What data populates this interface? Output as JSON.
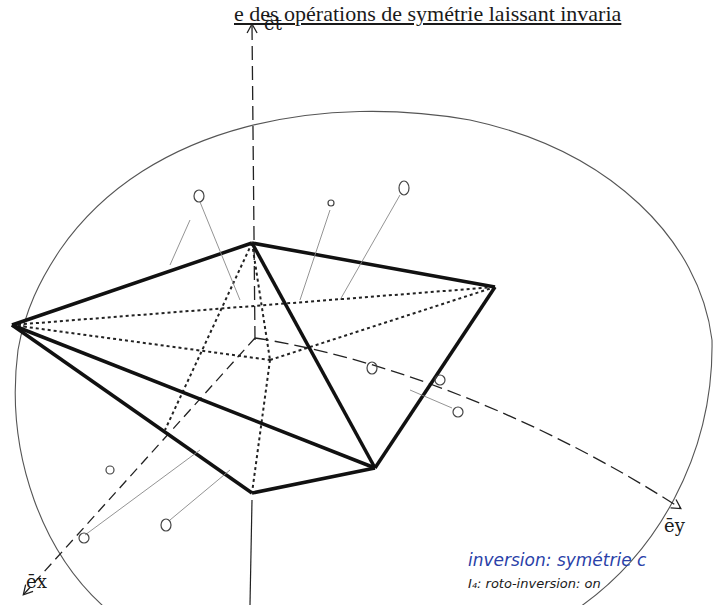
{
  "diagram": {
    "labels": [
      "e des opérations de symétrie laissant invaria",
      "ēt",
      "ēy",
      "ēx",
      "inversion: symétrie c",
      "I₄: roto-inversion: on"
    ]
  }
}
